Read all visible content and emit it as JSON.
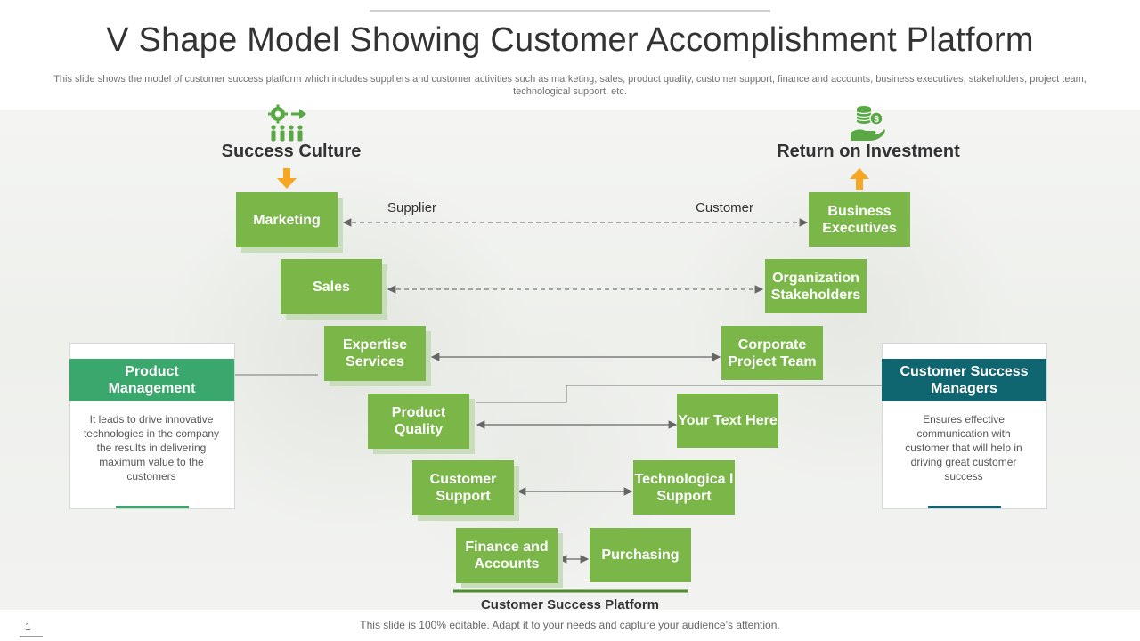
{
  "title": "V Shape Model Showing Customer Accomplishment Platform",
  "subtitle": "This slide shows the model of customer success platform which includes suppliers and customer activities such as marketing, sales, product quality, customer support, finance and accounts, business executives, stakeholders, project team, technological support, etc.",
  "left_heading": "Success Culture",
  "right_heading": "Return on Investment",
  "supplier_label": "Supplier",
  "customer_label": "Customer",
  "left_items": [
    "Marketing",
    "Sales",
    "Expertise Services",
    "Product Quality",
    "Customer Support",
    "Finance and Accounts"
  ],
  "right_items": [
    "Business Executives",
    "Organization Stakeholders",
    "Corporate Project Team",
    "Your Text Here",
    "Technologica l Support",
    "Purchasing"
  ],
  "left_card": {
    "heading": "Product Management",
    "text": "It leads to drive innovative technologies in the company the results in delivering maximum value to the customers"
  },
  "right_card": {
    "heading": "Customer Success Managers",
    "text": "Ensures effective communication with customer that will help in driving great customer success"
  },
  "platform_label": "Customer Success Platform",
  "footer": "This slide is 100% editable. Adapt it to your needs and capture your audience’s attention.",
  "page_number": "1",
  "colors": {
    "box_green": "#7ab648",
    "card_green": "#3aa76d",
    "card_teal": "#0f6570",
    "arrow_orange": "#f5a623",
    "icon_green": "#5aa845"
  },
  "icons": [
    "gear-people-icon",
    "hand-coins-icon",
    "down-arrow-icon",
    "up-arrow-icon"
  ]
}
